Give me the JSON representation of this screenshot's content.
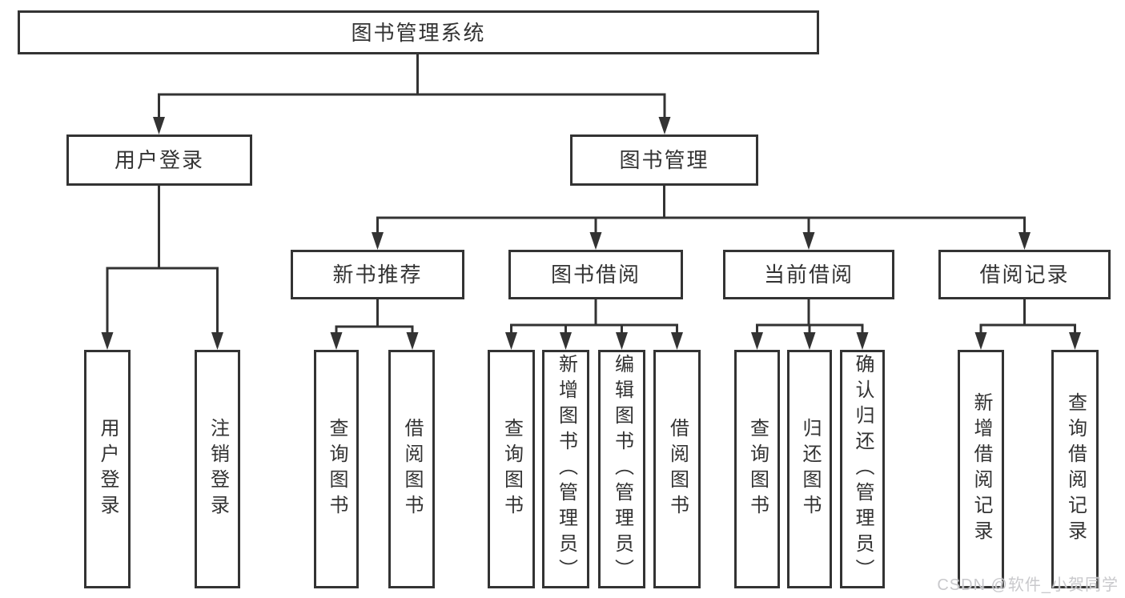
{
  "tree": {
    "root": {
      "label": "图书管理系统"
    },
    "level2": [
      {
        "label": "用户登录"
      },
      {
        "label": "图书管理"
      }
    ],
    "level3": [
      {
        "label": "新书推荐"
      },
      {
        "label": "图书借阅"
      },
      {
        "label": "当前借阅"
      },
      {
        "label": "借阅记录"
      }
    ],
    "leaves": [
      {
        "label": "用户登录"
      },
      {
        "label": "注销登录"
      },
      {
        "label": "查询图书"
      },
      {
        "label": "借阅图书"
      },
      {
        "label": "查询图书"
      },
      {
        "label": "新增图书（管理员）"
      },
      {
        "label": "编辑图书（管理员）"
      },
      {
        "label": "借阅图书"
      },
      {
        "label": "查询图书"
      },
      {
        "label": "归还图书"
      },
      {
        "label": "确认归还（管理员）"
      },
      {
        "label": "新增借阅记录"
      },
      {
        "label": "查询借阅记录"
      }
    ]
  },
  "watermark": {
    "text": "CSDN @软件_小贺同学"
  },
  "colors": {
    "line": "#333333",
    "text": "#333333",
    "background": "#ffffff",
    "watermark": "#c9c9cc"
  }
}
